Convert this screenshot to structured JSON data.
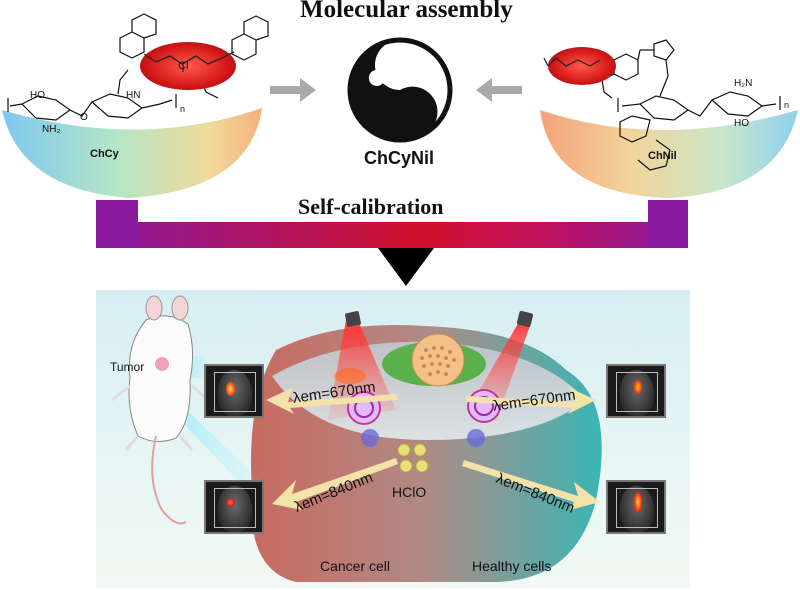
{
  "title": "Molecular assembly",
  "left_polymer": {
    "label": "ChCy",
    "cl": "Cl",
    "nh": "HN",
    "n": "n",
    "nh2": "NH₂",
    "oh": "HO",
    "o": "O"
  },
  "center": {
    "label": "ChCyNil"
  },
  "right_polymer": {
    "label": "ChNil",
    "nh2": "H₂N",
    "n": "n",
    "oh": "HO"
  },
  "calibration": {
    "label": "Self-calibration"
  },
  "panel": {
    "tumor_label": "Tumor",
    "hclo_label": "HClO",
    "cancer_label": "Cancer cell",
    "healthy_label": "Healthy cells",
    "em_left_top": "λem=670nm",
    "em_left_bottom": "λem=840nm",
    "em_right_top": "λem=670nm",
    "em_right_bottom": "λem=840nm"
  },
  "colors": {
    "highlight_red": "#d01818",
    "bar_purple": "#8a1aa0",
    "bar_red": "#d0102a",
    "cancer": "#c0605a",
    "healthy": "#3ab0b0",
    "arrow_gray": "#a9a9a9"
  }
}
